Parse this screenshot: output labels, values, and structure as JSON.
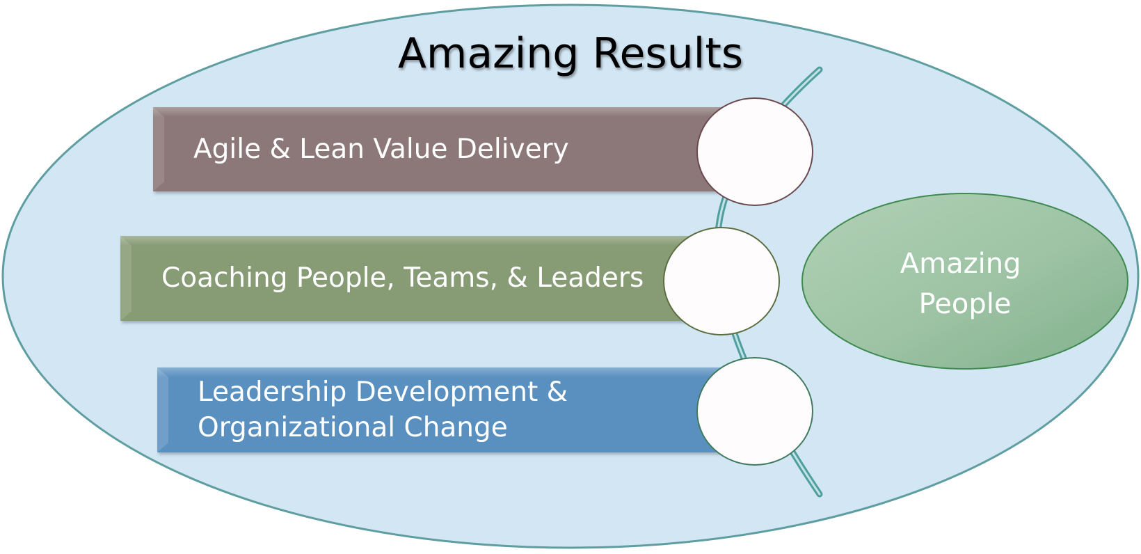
{
  "title": "Amazing Results",
  "bars": [
    {
      "lines": [
        "Agile & Lean Value Delivery"
      ],
      "color": "#8c7878"
    },
    {
      "lines": [
        "Coaching People, Teams, & Leaders"
      ],
      "color": "#879b74"
    },
    {
      "lines": [
        "Leadership Development &",
        "Organizational Change"
      ],
      "color": "#5a90c0"
    }
  ],
  "center": {
    "lines": [
      "Amazing",
      "People"
    ],
    "color": "#9cc2a2"
  },
  "colors": {
    "outer_fill": "#d2e6f4",
    "outer_stroke": "#5e9ea0",
    "arc": "#4f9ea0",
    "circle_fill": "#fffcfe"
  }
}
